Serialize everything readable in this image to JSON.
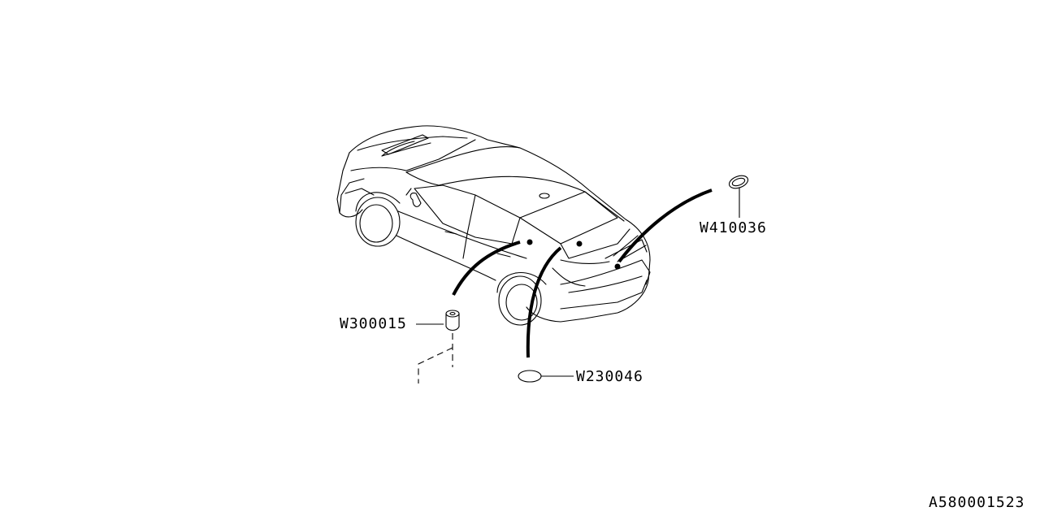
{
  "parts": {
    "w410036": "W410036",
    "w300015": "W300015",
    "w230046": "W230046"
  },
  "diagram_id": "A580001523"
}
